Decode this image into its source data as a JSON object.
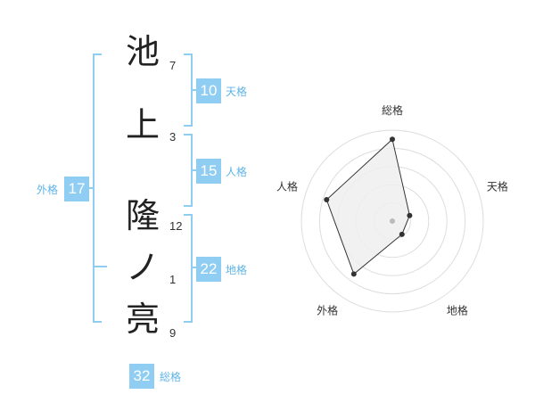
{
  "name_chars": [
    {
      "char": "池",
      "strokes": "7"
    },
    {
      "char": "上",
      "strokes": "3"
    },
    {
      "char": "隆",
      "strokes": "12"
    },
    {
      "char": "ノ",
      "strokes": "1"
    },
    {
      "char": "亮",
      "strokes": "9"
    }
  ],
  "kaku": {
    "tenkaku": {
      "label": "天格",
      "value": "10"
    },
    "jinkaku": {
      "label": "人格",
      "value": "15"
    },
    "chikaku": {
      "label": "地格",
      "value": "22"
    },
    "gaikaku": {
      "label": "外格",
      "value": "17"
    },
    "soukaku": {
      "label": "総格",
      "value": "32"
    }
  },
  "colors": {
    "accent": "#8fcdf3",
    "tag_text": "#5fb4e6"
  },
  "chart_data": {
    "type": "radar",
    "axes": [
      "総格",
      "天格",
      "地格",
      "外格",
      "人格"
    ],
    "values": [
      4.5,
      1.0,
      0.9,
      3.6,
      3.8
    ],
    "rmax": 5,
    "rings": 5,
    "grid": true
  }
}
